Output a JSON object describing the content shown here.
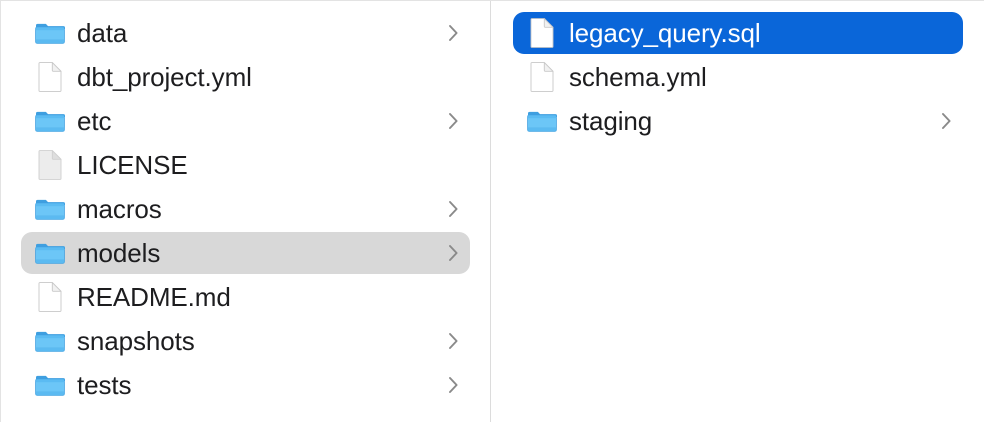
{
  "window": {
    "view_mode": "column",
    "background_color": "#ffffff",
    "divider_color": "#dcdcdc",
    "selection_blue": "#0a66d9",
    "selection_gray": "#d8d8d8",
    "text_color": "#1d1d1f",
    "selected_text_color": "#ffffff",
    "folder_icon_color": "#54bdf5",
    "chevron_color": "#888888"
  },
  "columns": [
    {
      "name": "project-root-column",
      "items": [
        {
          "label": "data",
          "icon": "folder-icon",
          "kind": "folder",
          "has_chevron": true,
          "state": "normal"
        },
        {
          "label": "dbt_project.yml",
          "icon": "document-icon",
          "kind": "file",
          "has_chevron": false,
          "state": "normal"
        },
        {
          "label": "etc",
          "icon": "folder-icon",
          "kind": "folder",
          "has_chevron": true,
          "state": "normal"
        },
        {
          "label": "LICENSE",
          "icon": "generic-file-icon",
          "kind": "file",
          "has_chevron": false,
          "state": "normal"
        },
        {
          "label": "macros",
          "icon": "folder-icon",
          "kind": "folder",
          "has_chevron": true,
          "state": "normal"
        },
        {
          "label": "models",
          "icon": "folder-icon",
          "kind": "folder",
          "has_chevron": true,
          "state": "selected-gray"
        },
        {
          "label": "README.md",
          "icon": "document-icon",
          "kind": "file",
          "has_chevron": false,
          "state": "normal"
        },
        {
          "label": "snapshots",
          "icon": "folder-icon",
          "kind": "folder",
          "has_chevron": true,
          "state": "normal"
        },
        {
          "label": "tests",
          "icon": "folder-icon",
          "kind": "folder",
          "has_chevron": true,
          "state": "normal"
        }
      ]
    },
    {
      "name": "models-column",
      "items": [
        {
          "label": "legacy_query.sql",
          "icon": "document-icon",
          "kind": "file",
          "has_chevron": false,
          "state": "selected-blue"
        },
        {
          "label": "schema.yml",
          "icon": "document-icon",
          "kind": "file",
          "has_chevron": false,
          "state": "normal"
        },
        {
          "label": "staging",
          "icon": "folder-icon",
          "kind": "folder",
          "has_chevron": true,
          "state": "normal"
        }
      ]
    }
  ]
}
